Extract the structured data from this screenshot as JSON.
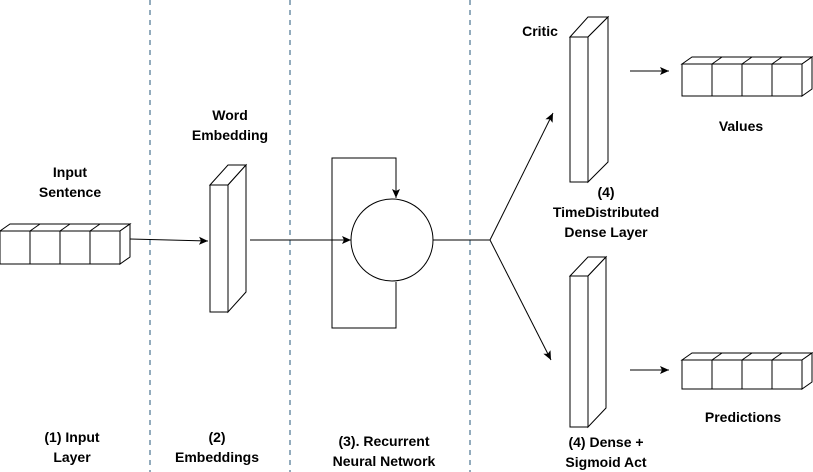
{
  "colors": {
    "background": "#ffffff",
    "stroke": "#000000",
    "separator": "#6f8fa6",
    "box_face": "#ffffff",
    "box_side": "#ffffff"
  },
  "labels": {
    "input_sentence_line1": "Input",
    "input_sentence_line2": "Sentence",
    "word_embedding_line1": "Word",
    "word_embedding_line2": "Embedding",
    "critic": "Critic",
    "values": "Values",
    "predictions": "Predictions",
    "time_distributed_line1": "(4)",
    "time_distributed_line2": "TimeDistributed",
    "time_distributed_line3": "Dense Layer",
    "dense_sigmoid_line1": "(4) Dense +",
    "dense_sigmoid_line2": "Sigmoid Act",
    "stage1_line1": "(1) Input",
    "stage1_line2": "Layer",
    "stage2_line1": "(2)",
    "stage2_line2": "Embeddings",
    "stage3_line1": "(3). Recurrent",
    "stage3_line2": "Neural Network"
  },
  "icons": [
    "arrow-head-icon",
    "recurrent-cell-icon"
  ]
}
